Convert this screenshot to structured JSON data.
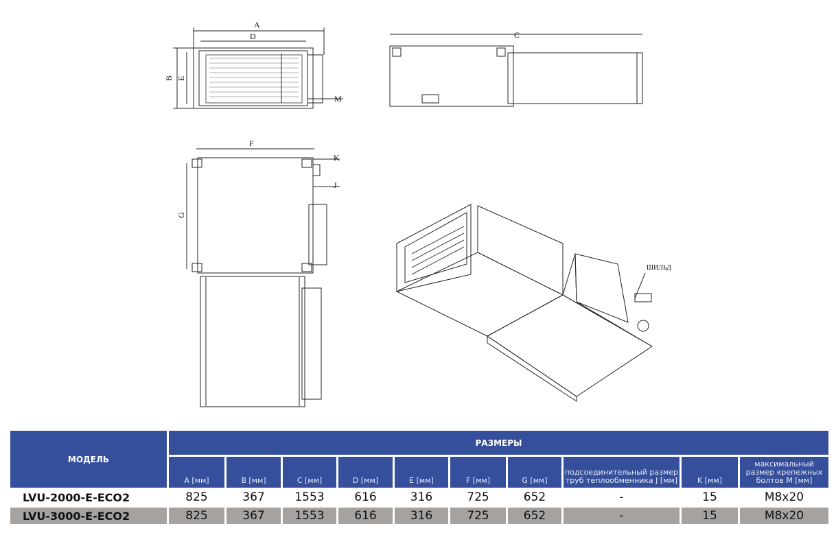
{
  "drawing_labels": {
    "A": "A",
    "B": "B",
    "C": "C",
    "D": "D",
    "E": "E",
    "F": "F",
    "G": "G",
    "K": "K",
    "J": "J",
    "M": "M",
    "nameplate": "ШИЛЬД"
  },
  "table": {
    "model_header": "МОДЕЛЬ",
    "dimensions_header": "РАЗМЕРЫ",
    "columns": [
      "A [мм]",
      "B [мм]",
      "C [мм]",
      "D [мм]",
      "E [мм]",
      "F [мм]",
      "G [мм]",
      "подсоединительный размер труб теплообменника J [мм]",
      "K [мм]",
      "максимальный размер крепежных болтов M [мм]"
    ],
    "rows": [
      {
        "model": "LVU-2000-E-ECO2",
        "values": [
          "825",
          "367",
          "1553",
          "616",
          "316",
          "725",
          "652",
          "-",
          "15",
          "M8x20"
        ]
      },
      {
        "model": "LVU-3000-E-ECO2",
        "values": [
          "825",
          "367",
          "1553",
          "616",
          "316",
          "725",
          "652",
          "-",
          "15",
          "M8x20"
        ]
      }
    ]
  },
  "colors": {
    "header_bg": "#364f9c",
    "row_alt_bg": "#a5a2a0"
  }
}
